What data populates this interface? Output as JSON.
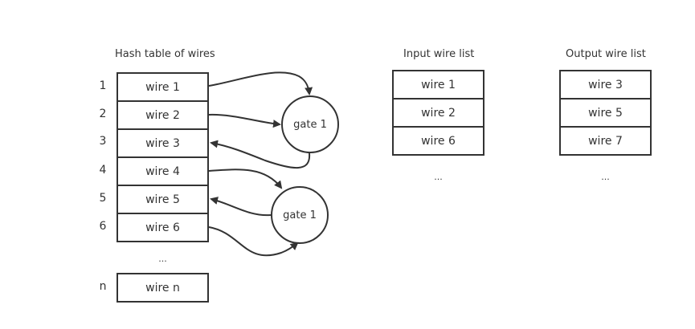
{
  "hash_table": {
    "title": "Hash table of wires",
    "rows": [
      {
        "index": "1",
        "wire": "wire 1"
      },
      {
        "index": "2",
        "wire": "wire 2"
      },
      {
        "index": "3",
        "wire": "wire 3"
      },
      {
        "index": "4",
        "wire": "wire 4"
      },
      {
        "index": "5",
        "wire": "wire 5"
      },
      {
        "index": "6",
        "wire": "wire 6"
      }
    ],
    "ellipsis": "...",
    "last_row": {
      "index": "n",
      "wire": "wire n"
    }
  },
  "gates": [
    {
      "label": "gate 1"
    },
    {
      "label": "gate 1"
    }
  ],
  "input_list": {
    "title": "Input wire list",
    "items": [
      "wire 1",
      "wire 2",
      "wire 6"
    ],
    "ellipsis": "..."
  },
  "output_list": {
    "title": "Output wire list",
    "items": [
      "wire 3",
      "wire 5",
      "wire 7"
    ],
    "ellipsis": "..."
  }
}
